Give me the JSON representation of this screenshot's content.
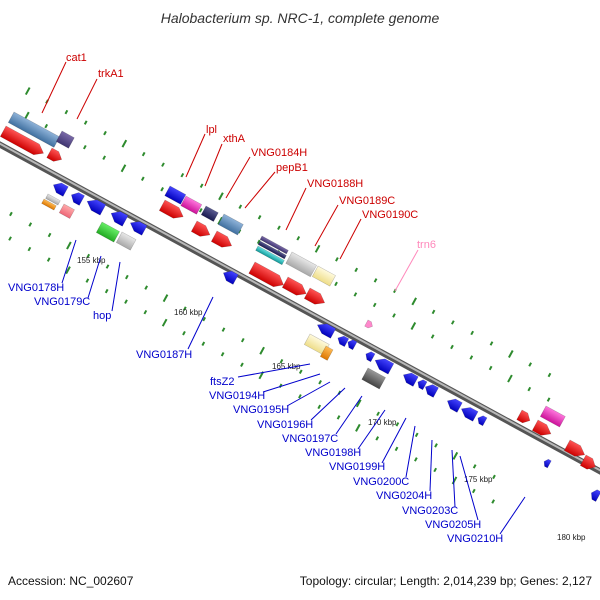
{
  "title": "Halobacterium sp. NRC-1, complete genome",
  "footer": {
    "accession": "Accession: NC_002607",
    "topology": "Topology: circular; Length: 2,014,239 bp; Genes: 2,127"
  },
  "colors": {
    "backbone": "#808080",
    "tick": "#2e8b2e",
    "forward_label": "#cc0000",
    "reverse_label": "#0000cc",
    "rna_label": "#ff88bb"
  },
  "scale_labels": [
    "155 kbp",
    "160 kbp",
    "165 kbp",
    "170 kbp",
    "175 kbp",
    "180 kbp"
  ],
  "forward_genes": [
    "cat1",
    "trkA1",
    "lpl",
    "xthA",
    "VNG0184H",
    "pepB1",
    "VNG0188H",
    "VNG0189C",
    "VNG0190C"
  ],
  "rna_genes": [
    "trn6"
  ],
  "reverse_genes": [
    "VNG0178H",
    "VNG0179C",
    "hop",
    "VNG0187H",
    "ftsZ2",
    "VNG0194H",
    "VNG0195H",
    "VNG0196H",
    "VNG0197C",
    "VNG0198H",
    "VNG0199H",
    "VNG0200C",
    "VNG0204H",
    "VNG0203C",
    "VNG0205H",
    "VNG0210H"
  ]
}
